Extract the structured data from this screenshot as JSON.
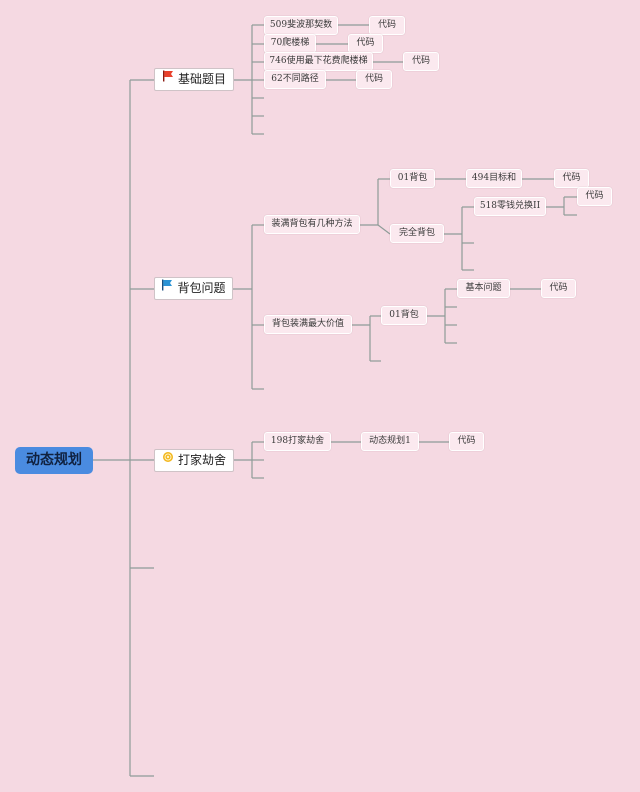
{
  "root": {
    "label": "动态规划",
    "color": "#4a8be0"
  },
  "branches": {
    "basic": {
      "label": "基础题目",
      "icon": "red-flag-icon",
      "icon_color": "#e8412c",
      "items": [
        {
          "label": "509斐波那契数",
          "code": "代码"
        },
        {
          "label": "70爬楼梯",
          "code": "代码"
        },
        {
          "label": "746使用最下花费爬楼梯",
          "code": "代码"
        },
        {
          "label": "62不同路径",
          "code": "代码"
        }
      ]
    },
    "knapsack": {
      "label": "背包问题",
      "icon": "blue-flag-icon",
      "icon_color": "#2a93d5",
      "ways": {
        "label": "装满背包有几种方法",
        "zero_one": {
          "label": "01背包",
          "problem": "494目标和",
          "code": "代码"
        },
        "complete": {
          "label": "完全背包",
          "problem": "518零钱兑换II",
          "code": "代码"
        }
      },
      "max_value": {
        "label": "背包装满最大价值",
        "zero_one": {
          "label": "01背包",
          "problem": "基本问题",
          "code": "代码"
        }
      }
    },
    "robber": {
      "label": "打家劫舍",
      "icon": "medal-icon",
      "icon_color": "#f2b61c",
      "problem": "198打家劫舍",
      "sub": "动态规划1",
      "code": "代码"
    }
  }
}
